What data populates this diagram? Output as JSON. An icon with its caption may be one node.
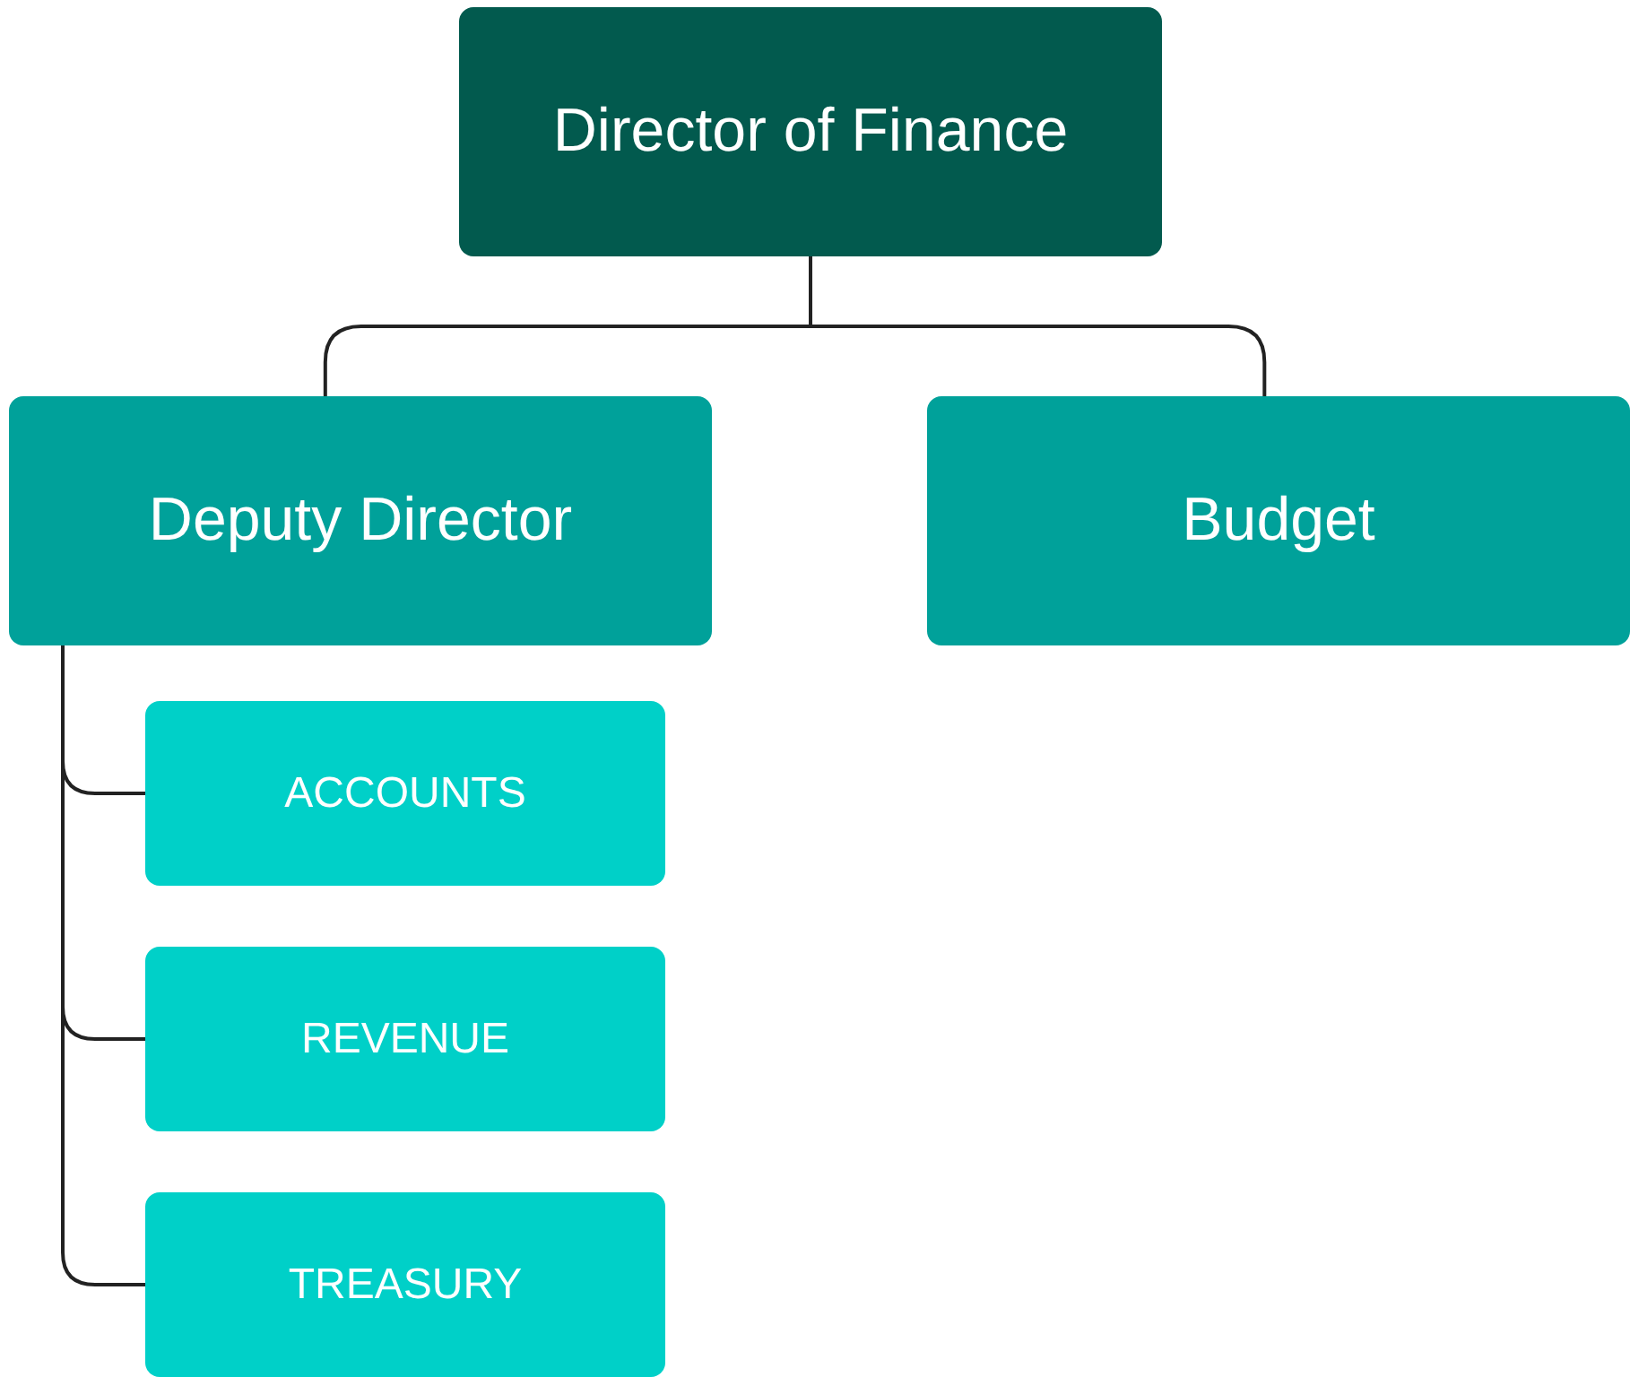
{
  "diagram": {
    "nodes": [
      {
        "text": [
          "Director of Finance"
        ]
      },
      {
        "text": [
          "Deputy Director"
        ]
      },
      {
        "text": [
          "Budget"
        ]
      },
      {
        "text": [
          "ACCOUNTS"
        ]
      },
      {
        "text": [
          "REVENUE"
        ]
      },
      {
        "text": [
          "TREASURY"
        ]
      }
    ],
    "edges": [
      {
        "from": 0,
        "to": 1,
        "arrow": "none"
      },
      {
        "from": 0,
        "to": 2,
        "arrow": "none"
      },
      {
        "from": 1,
        "to": 3,
        "arrow": "none"
      },
      {
        "from": 1,
        "to": 4,
        "arrow": "none"
      },
      {
        "from": 1,
        "to": 5,
        "arrow": "none"
      }
    ]
  }
}
